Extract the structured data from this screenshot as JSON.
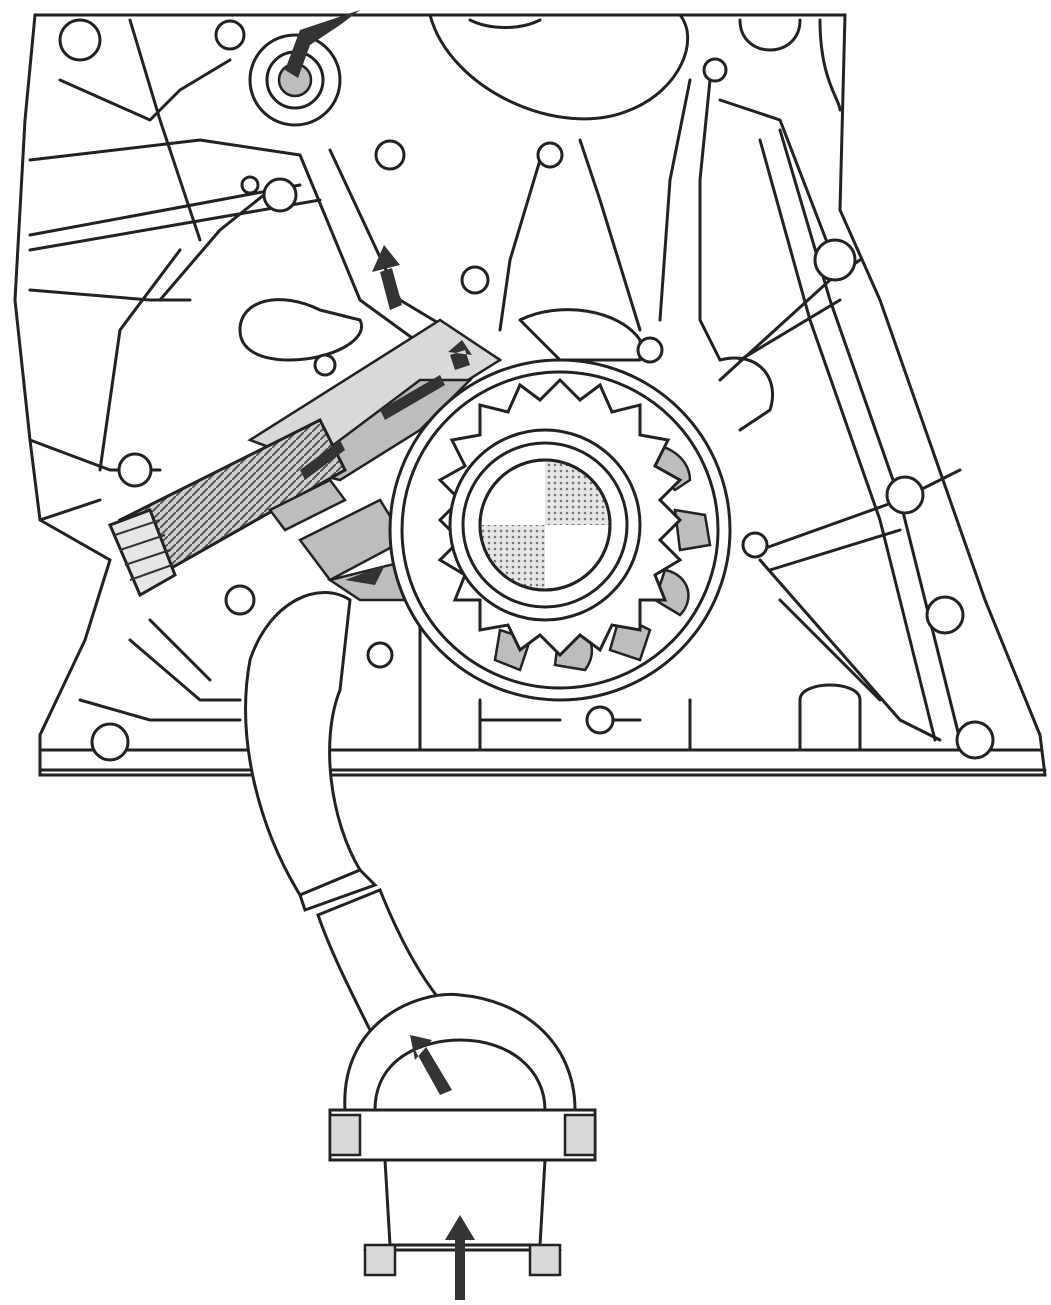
{
  "diagram": {
    "subject": "oil-pump-flow-illustration",
    "components": [
      {
        "key": "front-cover",
        "name": "front-cover-housing"
      },
      {
        "key": "pump-gear",
        "name": "oil-pump-gear"
      },
      {
        "key": "strainer-pipe",
        "name": "oil-pickup-pipe"
      },
      {
        "key": "strainer",
        "name": "oil-strainer"
      },
      {
        "key": "relief-valve",
        "name": "relief-valve-spring"
      }
    ],
    "colors": {
      "line": "#222222",
      "fill_gray": "#bdbdbd",
      "fill_light": "#d9d9d9",
      "arrow": "#333333"
    }
  }
}
